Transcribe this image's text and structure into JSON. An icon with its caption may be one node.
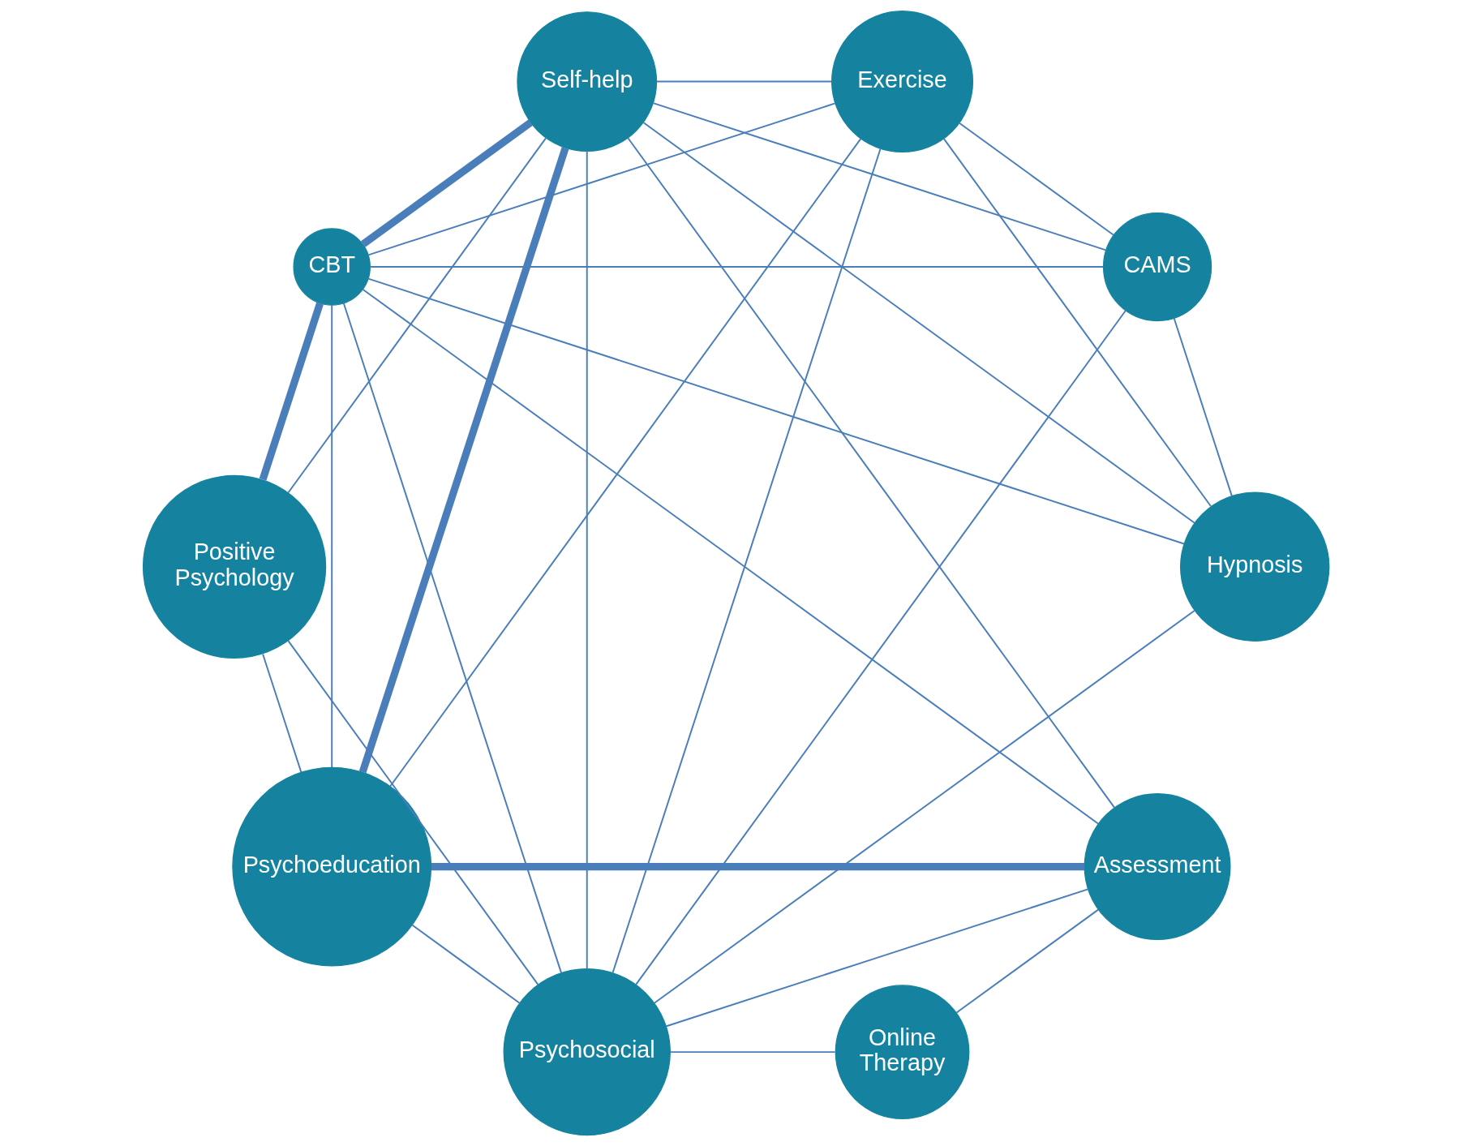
{
  "diagram": {
    "nodes": [
      {
        "text": [
          "Psychoeducation"
        ]
      },
      {
        "text": [
          "Assessment"
        ]
      },
      {
        "text": [
          "Psychosocial"
        ]
      },
      {
        "text": [
          "Online Therapy"
        ]
      },
      {
        "text": [
          "Self-help"
        ]
      },
      {
        "text": [
          "Hypnosis"
        ]
      },
      {
        "text": [
          "Exercise"
        ]
      },
      {
        "text": [
          "CAMS"
        ]
      },
      {
        "text": [
          "Positive Psychology"
        ]
      },
      {
        "text": [
          "CBT"
        ]
      }
    ],
    "edges": [
      {
        "from": 0,
        "to": 1,
        "arrow": "none",
        "style": "thick"
      },
      {
        "from": 0,
        "to": 2,
        "arrow": "none"
      },
      {
        "from": 0,
        "to": 4,
        "arrow": "none",
        "style": "thick"
      },
      {
        "from": 0,
        "to": 9,
        "arrow": "none"
      },
      {
        "from": 0,
        "to": 8,
        "arrow": "none"
      },
      {
        "from": 0,
        "to": 6,
        "arrow": "none"
      },
      {
        "from": 1,
        "to": 2,
        "arrow": "none"
      },
      {
        "from": 1,
        "to": 3,
        "arrow": "none"
      },
      {
        "from": 1,
        "to": 4,
        "arrow": "none"
      },
      {
        "from": 1,
        "to": 9,
        "arrow": "none"
      },
      {
        "from": 2,
        "to": 9,
        "arrow": "none"
      },
      {
        "from": 2,
        "to": 3,
        "arrow": "none"
      },
      {
        "from": 2,
        "to": 4,
        "arrow": "none"
      },
      {
        "from": 2,
        "to": 8,
        "arrow": "none"
      },
      {
        "from": 2,
        "to": 7,
        "arrow": "none"
      },
      {
        "from": 2,
        "to": 6,
        "arrow": "none"
      },
      {
        "from": 2,
        "to": 5,
        "arrow": "none"
      },
      {
        "from": 9,
        "to": 4,
        "arrow": "none",
        "style": "thick"
      },
      {
        "from": 9,
        "to": 8,
        "arrow": "none",
        "style": "thick"
      },
      {
        "from": 9,
        "to": 7,
        "arrow": "none"
      },
      {
        "from": 9,
        "to": 6,
        "arrow": "none"
      },
      {
        "from": 9,
        "to": 5,
        "arrow": "none"
      },
      {
        "from": 4,
        "to": 8,
        "arrow": "none"
      },
      {
        "from": 4,
        "to": 5,
        "arrow": "none"
      },
      {
        "from": 4,
        "to": 7,
        "arrow": "none"
      },
      {
        "from": 4,
        "to": 6,
        "arrow": "none"
      },
      {
        "from": 5,
        "to": 7,
        "arrow": "none"
      },
      {
        "from": 5,
        "to": 6,
        "arrow": "none"
      },
      {
        "from": 7,
        "to": 6,
        "arrow": "none"
      }
    ]
  }
}
